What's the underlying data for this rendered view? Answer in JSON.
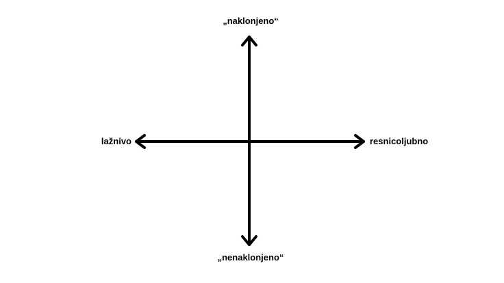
{
  "diagram": {
    "labels": {
      "top": "„naklonjeno“",
      "bottom": "„nenaklonjeno“",
      "left": "lažnivo",
      "right": "resnicoljubno"
    },
    "line_color": "#000000"
  }
}
